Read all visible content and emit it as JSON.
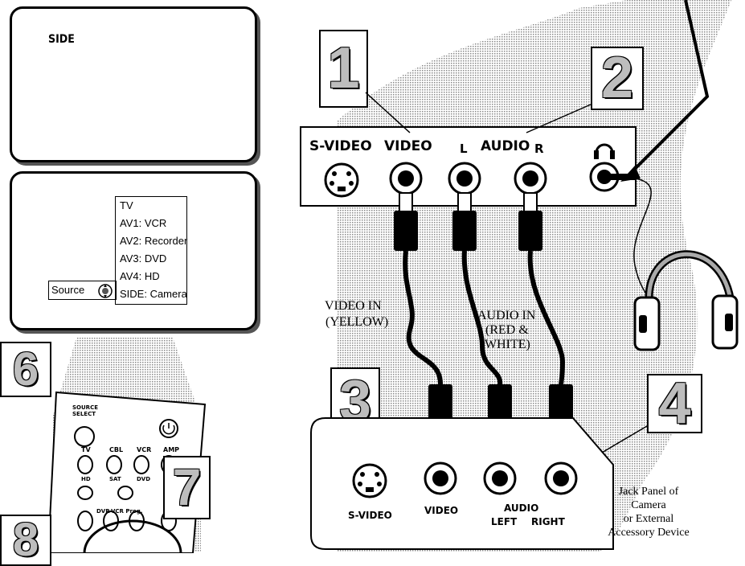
{
  "screen1": {
    "label": "SIDE"
  },
  "screen2": {
    "menu_items": [
      "TV",
      "AV1: VCR",
      "AV2: Recorder",
      "AV3: DVD",
      "AV4: HD",
      "SIDE: Camera"
    ],
    "source_label": "Source"
  },
  "steps": [
    "1",
    "2",
    "3",
    "4",
    "6",
    "7",
    "8"
  ],
  "top_panel": {
    "svideo": "S-VIDEO",
    "video": "VIDEO",
    "l": "L",
    "audio": "AUDIO",
    "r": "R"
  },
  "cable_labels": {
    "video_in": "VIDEO IN",
    "video_in_color": "(YELLOW)",
    "audio_in": "AUDIO IN",
    "audio_in_color1": "(RED &",
    "audio_in_color2": "WHITE)"
  },
  "bottom_panel": {
    "svideo": "S-VIDEO",
    "video": "VIDEO",
    "audio": "AUDIO",
    "left": "LEFT",
    "right": "RIGHT"
  },
  "device_caption": [
    "Jack Panel of",
    "Camera",
    "or External",
    "Accessory Device"
  ],
  "remote": {
    "source_select": "SOURCE SELECT",
    "tv": "TV",
    "hd": "HD",
    "cbl": "CBL",
    "sat": "SAT",
    "vcr": "VCR",
    "dvd": "DVD",
    "amp": "AMP",
    "dvr": "DVR",
    "vcr_prog": "VCR Prog."
  },
  "colors": {
    "hatch": "#9a9a9a",
    "screen_border": "#000000",
    "number_fill": "#bdbdbd"
  }
}
